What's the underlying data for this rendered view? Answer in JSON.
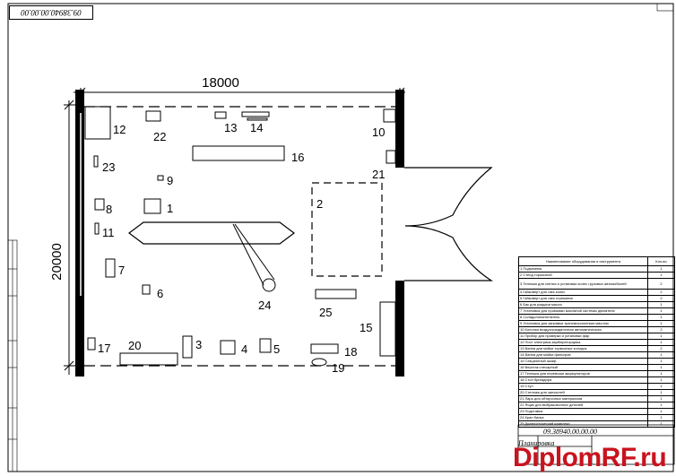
{
  "stamp": "09.38940.00.00.00",
  "dimensions": {
    "width": "18000",
    "height": "20000"
  },
  "equipment_labels": [
    "1",
    "2",
    "3",
    "4",
    "5",
    "6",
    "7",
    "8",
    "9",
    "10",
    "11",
    "12",
    "13",
    "14",
    "15",
    "16",
    "17",
    "18",
    "19",
    "20",
    "21",
    "22",
    "23",
    "24",
    "25"
  ],
  "spec_table": {
    "header_name": "Наименование оборудования и инструмента",
    "header_qty": "Кол-во",
    "rows": [
      {
        "name": "1 Подъемник",
        "qty": "1"
      },
      {
        "name": "2 Стенд тормозной",
        "qty": "1"
      },
      {
        "name": "3 Тележка для снятия и установки колес грузовых автомобилей",
        "qty": "2"
      },
      {
        "name": "4 Гайковерт для гаек колес",
        "qty": "2"
      },
      {
        "name": "5 Гайковерт для гаек стремянок",
        "qty": "2"
      },
      {
        "name": "6 Бак для раздачи масла",
        "qty": "1"
      },
      {
        "name": "7 Установка для промывки масляной системы двигателя",
        "qty": "1"
      },
      {
        "name": "8 Солидолонагнетатель",
        "qty": "1"
      },
      {
        "name": "9 Установка для заправки трансмиссионным маслом",
        "qty": "1"
      },
      {
        "name": "10 Колонка воздухораздаточная автоматическая",
        "qty": "2"
      },
      {
        "name": "11 Прибор для проверки и установки фар",
        "qty": "1"
      },
      {
        "name": "12 Пост электрика-карбюраторщика",
        "qty": "1"
      },
      {
        "name": "13 Ванна для мойки тормозных колодок",
        "qty": "2"
      },
      {
        "name": "14 Ванна для мойки фильтров",
        "qty": "1"
      },
      {
        "name": "15 Секционный шкаф",
        "qty": "1"
      },
      {
        "name": "16 Верстак слесарный",
        "qty": "1"
      },
      {
        "name": "17 Тележка для перевозки аккумуляторов",
        "qty": "1"
      },
      {
        "name": "18 Стол бригадира",
        "qty": "1"
      },
      {
        "name": "19 Стул",
        "qty": "1"
      },
      {
        "name": "20 Стеллаж для запчастей",
        "qty": "1"
      },
      {
        "name": "21 Ларь для обтирочных материалов",
        "qty": "1"
      },
      {
        "name": "22 Ящик для выбраковочных деталей",
        "qty": "1"
      },
      {
        "name": "23 Подставка",
        "qty": "1"
      },
      {
        "name": "24 Кран балка",
        "qty": "1"
      },
      {
        "name": "25 Диагностический комплекс",
        "qty": "1"
      }
    ]
  },
  "title_block": {
    "code": "09.38940.00.00.00",
    "name": "Планировка"
  },
  "watermark": {
    "text_main": "Diplom",
    "text_accent": "RF.ru"
  }
}
